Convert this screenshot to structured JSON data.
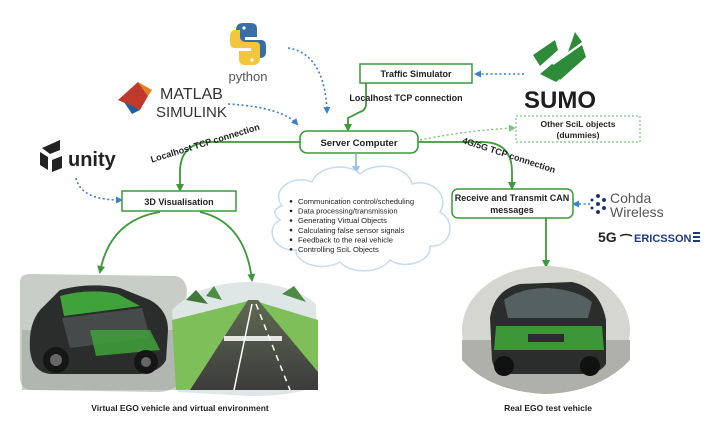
{
  "nodes": {
    "server": "Server Computer",
    "traffic": "Traffic Simulator",
    "visual": "3D Visualisation",
    "can": [
      "Receive and Transmit CAN",
      "messages"
    ],
    "dummies": [
      "Other SciL objects",
      "(dummies)"
    ]
  },
  "connections": {
    "left": "Localhost TCP connection",
    "top": "Localhost TCP connection",
    "right": "4G/5G TCP connection"
  },
  "tasks": [
    "Communication control/scheduling",
    "Data processing/transmission",
    "Generating Virtual Objects",
    "Calculating false sensor signals",
    "Feedback to the real vehicle",
    "Controlling SciL Objects"
  ],
  "logos": {
    "python": "python",
    "matlab": "MATLAB",
    "simulink": "SIMULINK",
    "unity": "unity",
    "sumo": "SUMO",
    "cohda1": "Cohda",
    "cohda2": "Wireless",
    "fiveg": "5G",
    "ericsson": "ERICSSON"
  },
  "captions": {
    "virtual": "Virtual EGO vehicle and virtual environment",
    "real": "Real EGO test vehicle"
  },
  "colors": {
    "green": "#3a9a3a",
    "dotted_blue": "#3a7fd0",
    "dummy_green": "#7cc47c",
    "cloud_arrow": "#9cc3e6"
  }
}
